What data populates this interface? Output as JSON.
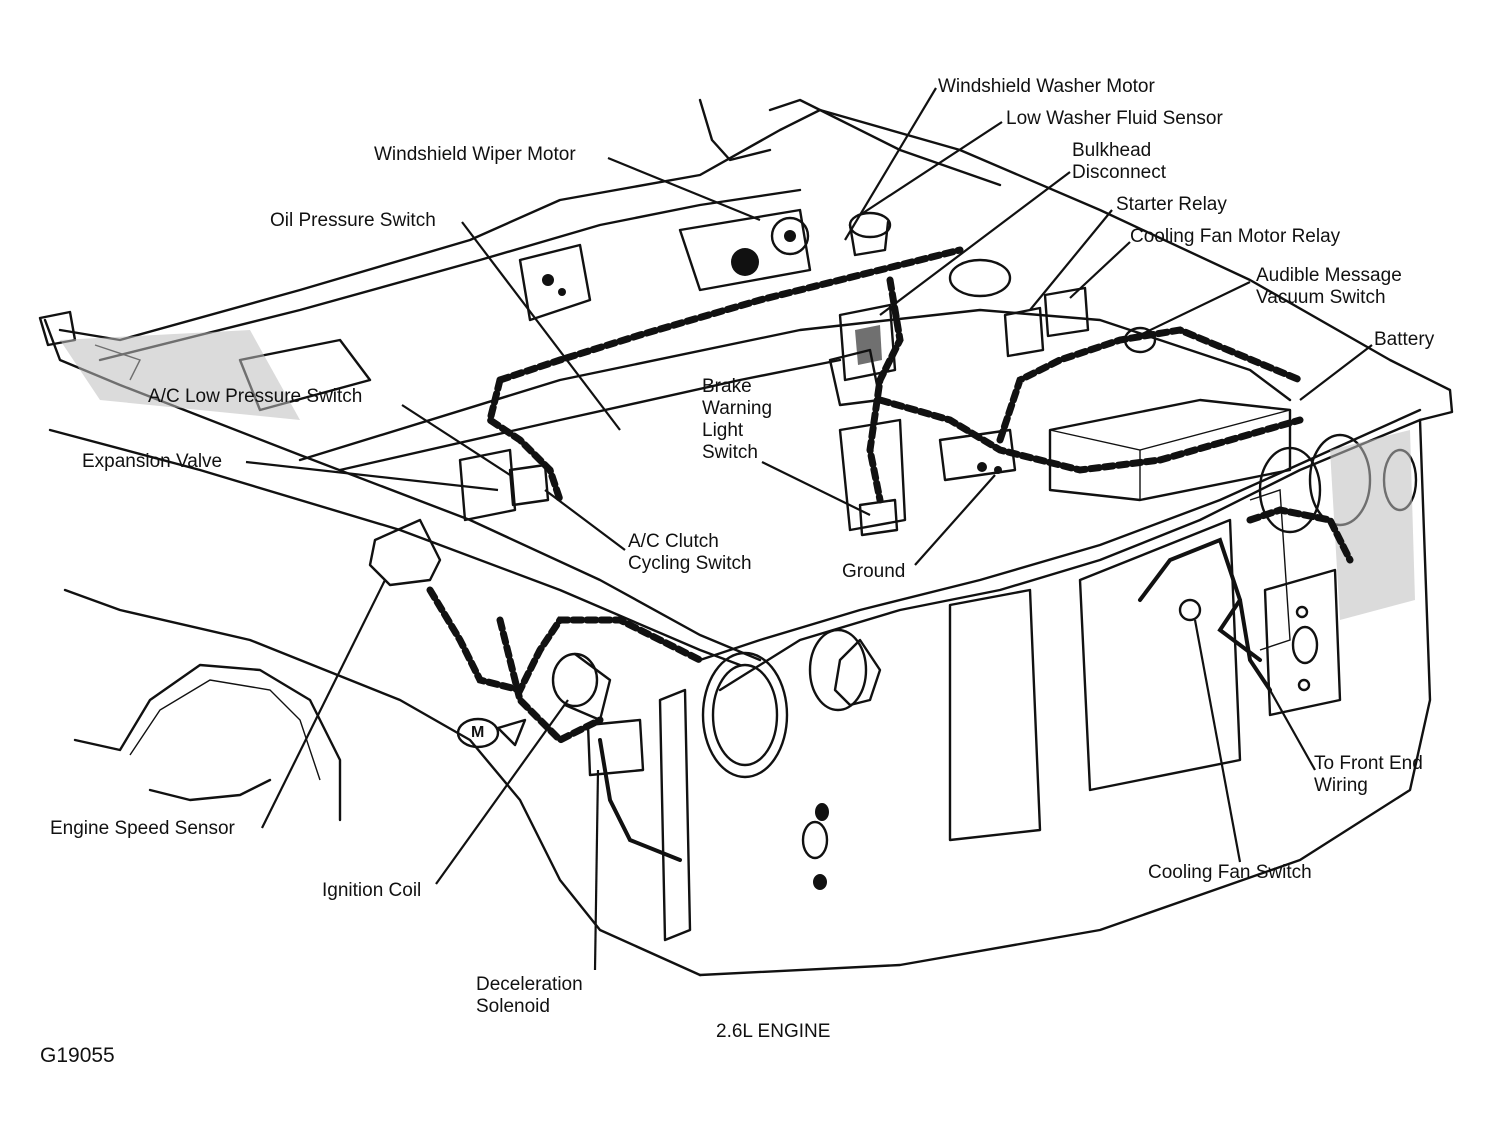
{
  "figure_id": "G19055",
  "caption": "2.6L ENGINE",
  "labels": {
    "windshield_washer_motor": "Windshield Washer Motor",
    "low_washer_fluid_sensor": "Low Washer Fluid Sensor",
    "windshield_wiper_motor": "Windshield Wiper Motor",
    "bulkhead_disconnect": [
      "Bulkhead",
      "Disconnect"
    ],
    "oil_pressure_switch": "Oil Pressure Switch",
    "starter_relay": "Starter Relay",
    "cooling_fan_motor_relay": "Cooling Fan Motor Relay",
    "audible_message_vacuum_switch": [
      "Audible Message",
      "Vacuum Switch"
    ],
    "battery": "Battery",
    "ac_low_pressure_switch": "A/C Low Pressure Switch",
    "brake_warning_light_switch": [
      "Brake",
      "Warning",
      "Light",
      "Switch"
    ],
    "expansion_valve": "Expansion Valve",
    "ac_clutch_cycling_switch": [
      "A/C Clutch",
      "Cycling Switch"
    ],
    "ground": "Ground",
    "to_front_end_wiring": [
      "To Front End",
      "Wiring"
    ],
    "engine_speed_sensor": "Engine Speed Sensor",
    "cooling_fan_switch": "Cooling Fan Switch",
    "ignition_coil": "Ignition Coil",
    "deceleration_solenoid": [
      "Deceleration",
      "Solenoid"
    ]
  },
  "emblem_letter": "M"
}
